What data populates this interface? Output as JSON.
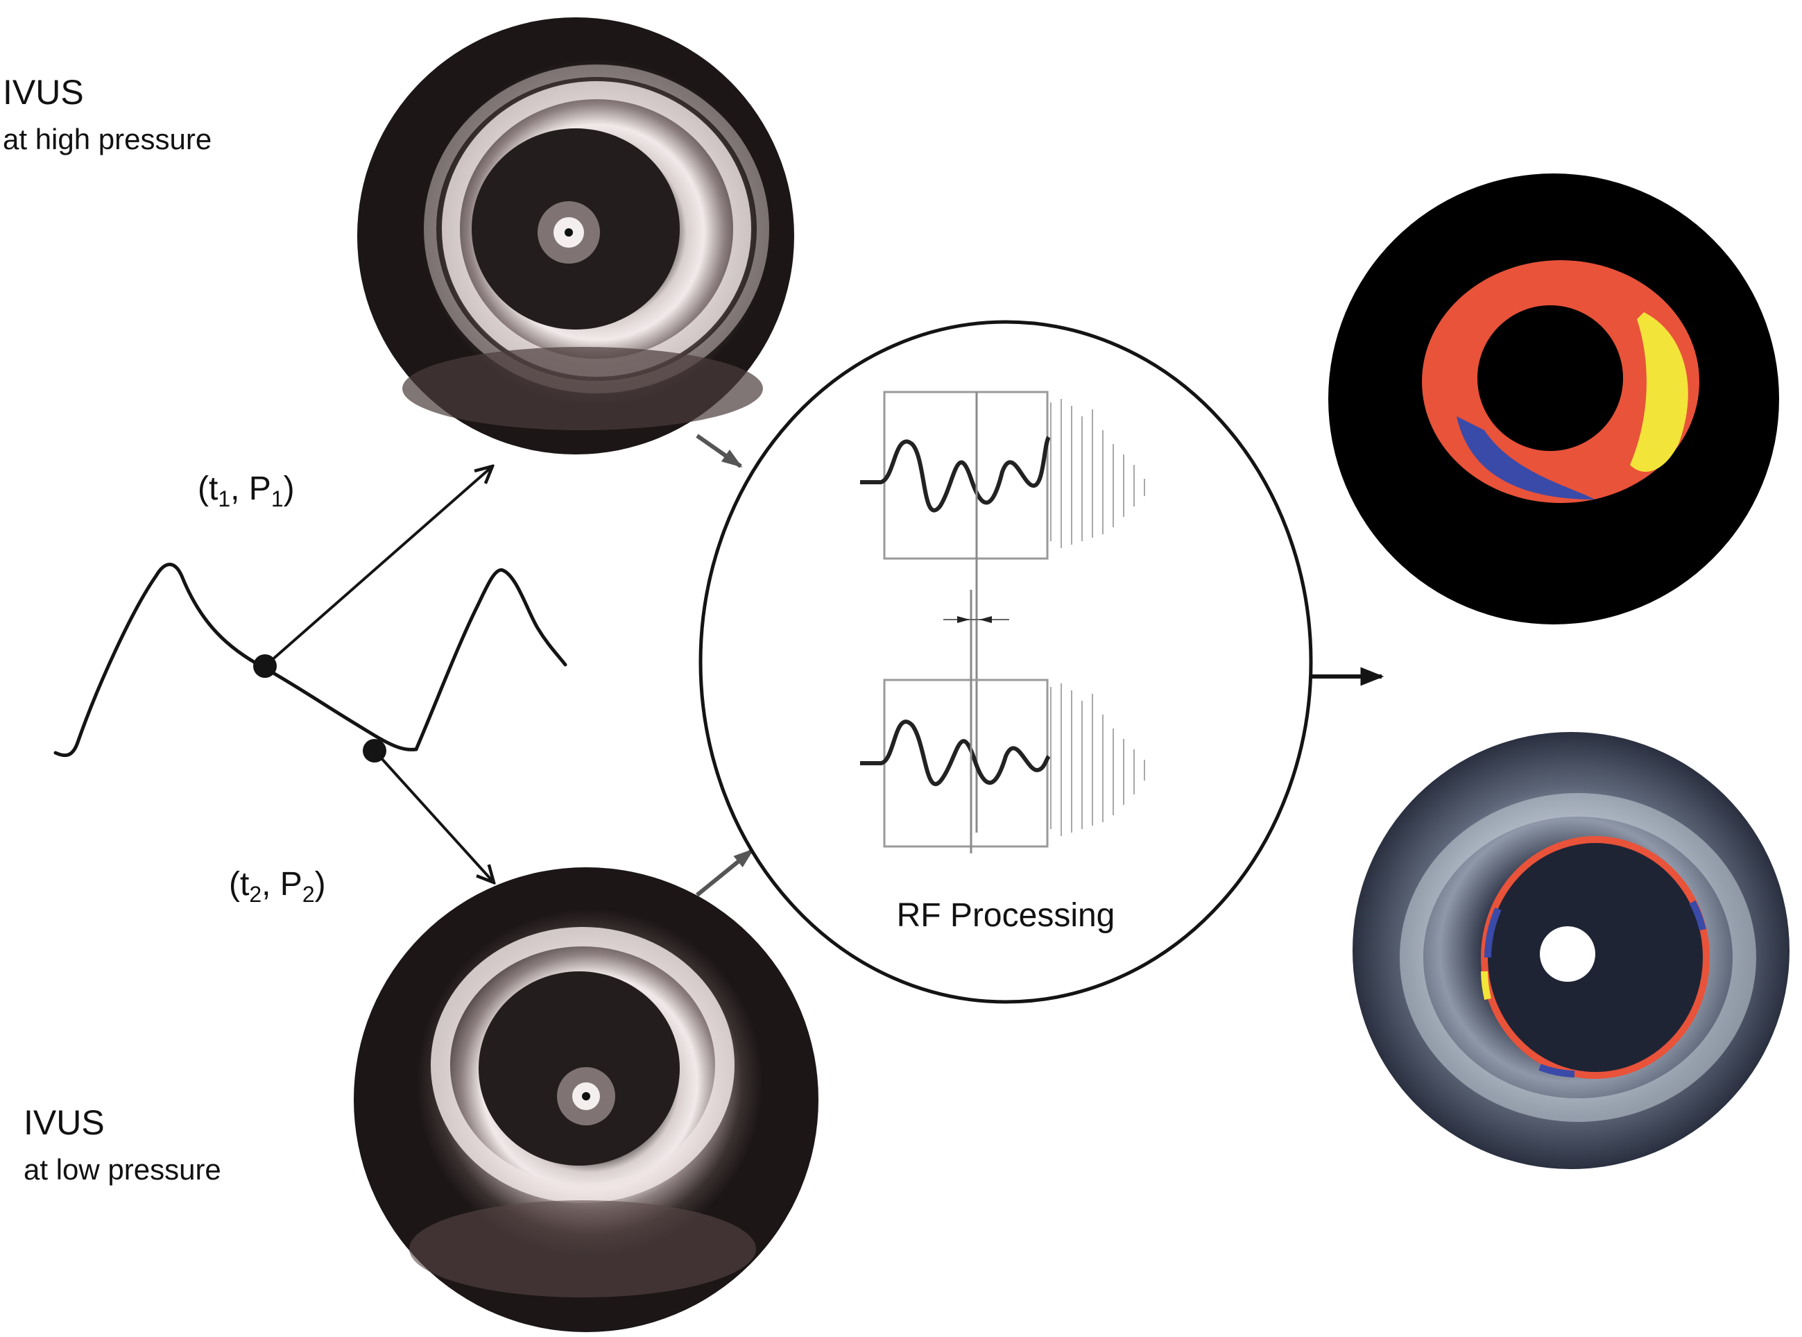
{
  "labels": {
    "high_title": "IVUS",
    "high_sub": "at high pressure",
    "low_title": "IVUS",
    "low_sub": "at low pressure",
    "rf": "RF Processing",
    "t1": "t",
    "t1_sub": "1",
    "p1": "P",
    "p1_sub": "1",
    "t2": "t",
    "t2_sub": "2",
    "p2": "P",
    "p2_sub": "2",
    "open_paren": "(",
    "comma": ", ",
    "close_paren": ")"
  },
  "colors": {
    "line": "#141414",
    "ivus_dark": "#1c1616",
    "ivus_bright": "#efe6e6",
    "elasto_red": "#e8533a",
    "elasto_yellow": "#f3e43a",
    "elasto_blue": "#3a4aa8",
    "palpo_bg": "#3a4258"
  }
}
